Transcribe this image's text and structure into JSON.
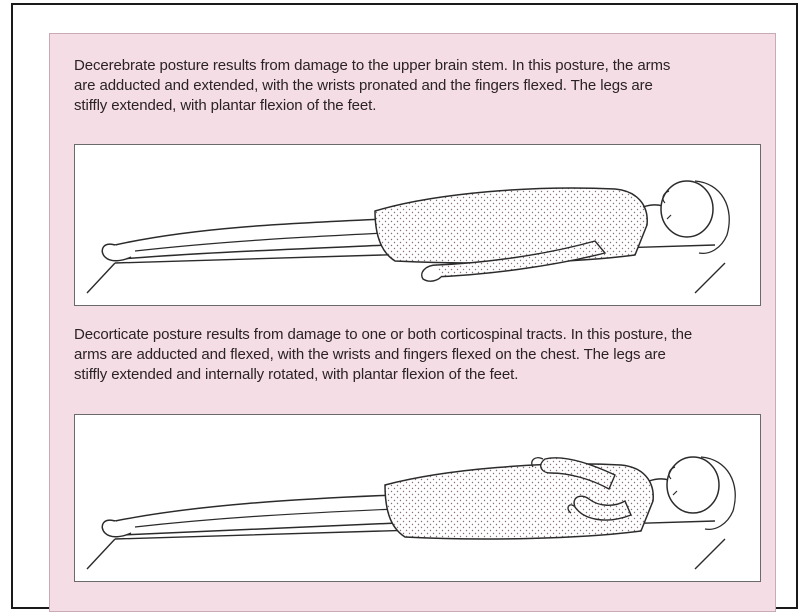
{
  "decerebrate": {
    "lines": [
      "Decerebrate posture results from damage to the upper brain stem. In this posture, the arms",
      "are adducted and extended, with the wrists pronated and the fingers flexed. The legs are",
      "stiffly extended, with plantar flexion of the feet."
    ]
  },
  "decorticate": {
    "lines": [
      "Decorticate posture results from damage to one or both corticospinal tracts. In this posture, the",
      "arms are adducted and flexed, with the wrists and fingers flexed on the chest. The legs are",
      "stiffly extended and internally rotated, with plantar flexion of the feet."
    ]
  },
  "colors": {
    "panel_background": "#f4dde5",
    "figure_background": "#ffffff",
    "line_art": "#2b2b2b",
    "gown_dots": "#8a6f78"
  }
}
